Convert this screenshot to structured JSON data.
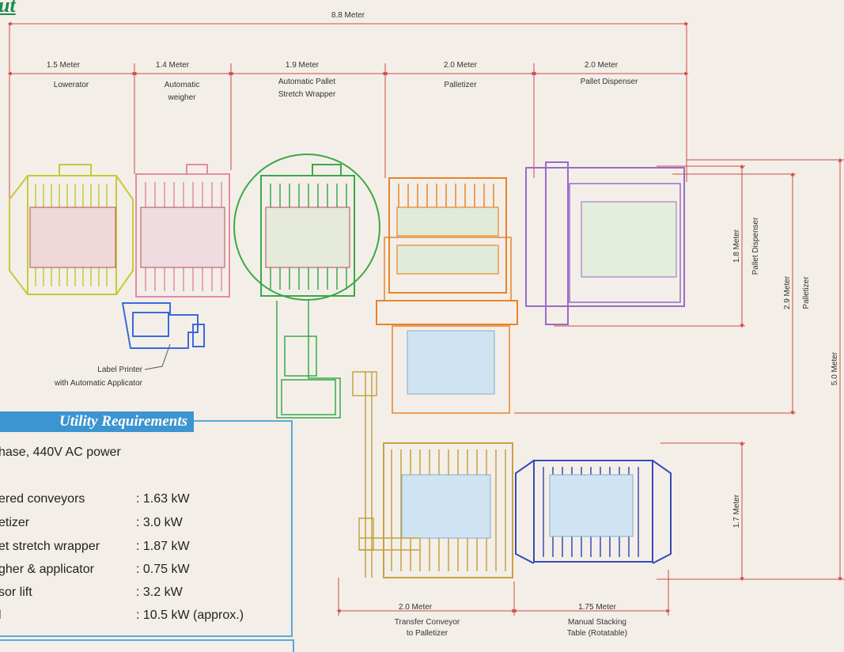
{
  "title_fragment": "ut",
  "dimensions": {
    "total": "8.8 Meter",
    "lowerator": "1.5 Meter",
    "weigher": "1.4 Meter",
    "wrapper": "1.9 Meter",
    "palletizer": "2.0 Meter",
    "dispenser": "2.0 Meter",
    "dispenser_height": "1.8 Meter",
    "palletizer_height": "2.9 Meter",
    "overall_height": "5.0 Meter",
    "stacking_height": "1.7 Meter",
    "transfer_width": "2.0 Meter",
    "stacking_width": "1.75 Meter"
  },
  "labels": {
    "lowerator": "Lowerator",
    "weigher_line1": "Automatic",
    "weigher_line2": "weigher",
    "wrapper_line1": "Automatic Pallet",
    "wrapper_line2": "Stretch Wrapper",
    "palletizer": "Palletizer",
    "dispenser": "Pallet Dispenser",
    "printer_line1": "Label Printer",
    "printer_line2": "with Automatic Applicator",
    "side_dispenser_1": "Pallet Dispenser",
    "side_palletizer": "Palletizer",
    "transfer_line1": "Transfer Conveyor",
    "transfer_line2": "to Palletizer",
    "stacking_line1": "Manual Stacking",
    "stacking_line2": "Table (Rotatable)"
  },
  "utility": {
    "heading": "Utility Requirements",
    "power": "hase, 440V AC power",
    "items": [
      {
        "name": "ered conveyors",
        "value": ": 1.63 kW"
      },
      {
        "name": "etizer",
        "value": ": 3.0 kW"
      },
      {
        "name": "et stretch wrapper",
        "value": ": 1.87 kW"
      },
      {
        "name": "gher & applicator",
        "value": ": 0.75 kW"
      },
      {
        "name": "sor lift",
        "value": ": 3.2 kW"
      },
      {
        "name": "l",
        "value": ": 10.5 kW (approx.)"
      }
    ]
  },
  "colors": {
    "lowerator": "#c8c83a",
    "weigher": "#e58aa8",
    "wrapper": "#3aa84a",
    "palletizer": "#e8842a",
    "dispenser": "#9a6ac8",
    "stacking": "#3a4ab8",
    "transfer": "#c8a040",
    "printer": "#3a6ad8",
    "dimension": "#d04848",
    "utility_accent": "#3c94d0"
  }
}
